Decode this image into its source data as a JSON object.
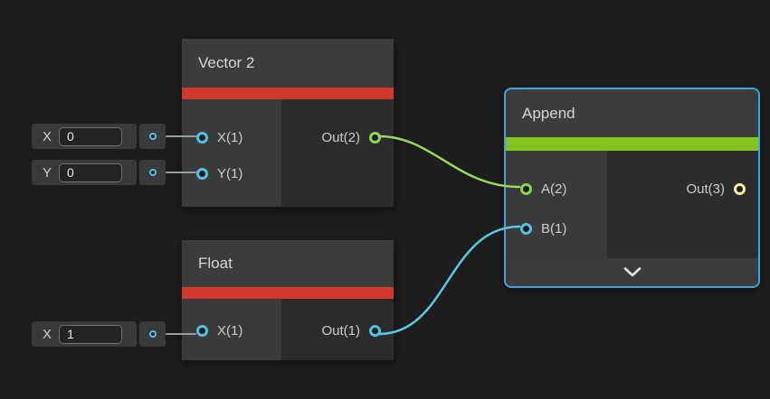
{
  "canvas": {
    "background": "#1d1d1d"
  },
  "colors": {
    "red_accent": "#d0382b",
    "green_accent": "#84c220",
    "cyan_port": "#4fc4dc",
    "green_port": "#8ed54e",
    "yellow_port": "#f5f0a8",
    "selection_blue": "#3da6e0",
    "edge_green": "#9fd65f",
    "edge_cyan": "#59cbe0",
    "stub_gray": "#96a0a0"
  },
  "nodes": {
    "vector2": {
      "title": "Vector 2",
      "inputs": [
        {
          "label": "X(1)"
        },
        {
          "label": "Y(1)"
        }
      ],
      "output": {
        "label": "Out(2)"
      }
    },
    "float": {
      "title": "Float",
      "inputs": [
        {
          "label": "X(1)"
        }
      ],
      "output": {
        "label": "Out(1)"
      }
    },
    "append": {
      "title": "Append",
      "inputs": [
        {
          "label": "A(2)"
        },
        {
          "label": "B(1)"
        }
      ],
      "output": {
        "label": "Out(3)"
      }
    }
  },
  "widgets": [
    {
      "label": "X",
      "value": "0"
    },
    {
      "label": "Y",
      "value": "0"
    },
    {
      "label": "X",
      "value": "1"
    }
  ]
}
